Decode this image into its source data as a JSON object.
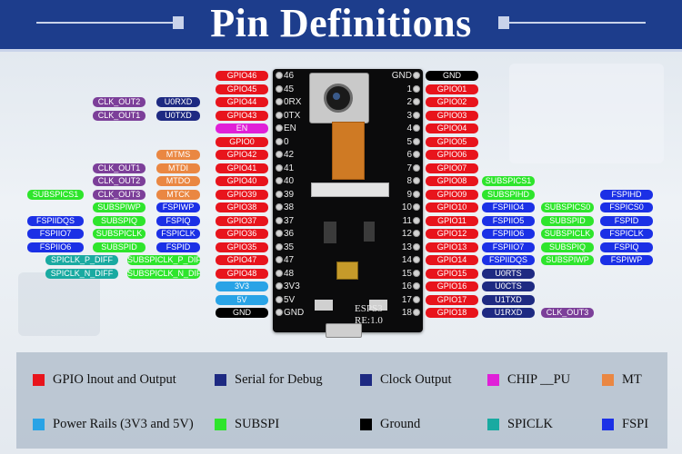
{
  "title": "Pin Definitions",
  "left_pins": [
    {
      "num": "46",
      "gpio": "GPIO46",
      "extras": []
    },
    {
      "num": "45",
      "gpio": "GPIO45",
      "extras": []
    },
    {
      "num": "0RX",
      "gpio": "GPIO44",
      "extras": [
        {
          "text": "CLK_OUT2",
          "color": "purple"
        },
        {
          "text": "U0RXD",
          "color": "navy"
        }
      ]
    },
    {
      "num": "0TX",
      "gpio": "GPIO43",
      "extras": [
        {
          "text": "CLK_OUT1",
          "color": "purple"
        },
        {
          "text": "U0TXD",
          "color": "navy"
        }
      ]
    },
    {
      "num": "EN",
      "gpio": "EN",
      "gpio_color": "magenta",
      "extras": []
    },
    {
      "num": "0",
      "gpio": "GPIO0",
      "extras": []
    },
    {
      "num": "42",
      "gpio": "GPIO42",
      "extras": [
        {
          "text": "MTMS",
          "color": "orange"
        }
      ]
    },
    {
      "num": "41",
      "gpio": "GPIO41",
      "extras": [
        {
          "text": "CLK_OUT1",
          "color": "purple"
        },
        {
          "text": "MTDI",
          "color": "orange"
        }
      ]
    },
    {
      "num": "40",
      "gpio": "GPIO40",
      "extras": [
        {
          "text": "CLK_OUT2",
          "color": "purple"
        },
        {
          "text": "MTDO",
          "color": "orange"
        }
      ]
    },
    {
      "num": "39",
      "gpio": "GPIO39",
      "extras": [
        {
          "text": "SUBSPICS1",
          "color": "green"
        },
        {
          "text": "CLK_OUT3",
          "color": "purple"
        },
        {
          "text": "MTCK",
          "color": "orange"
        }
      ]
    },
    {
      "num": "38",
      "gpio": "GPIO38",
      "extras": [
        {
          "text": "SUBSPIWP",
          "color": "green"
        },
        {
          "text": "FSPIWP",
          "color": "blue"
        }
      ]
    },
    {
      "num": "37",
      "gpio": "GPIO37",
      "extras": [
        {
          "text": "FSPIIDQS",
          "color": "blue"
        },
        {
          "text": "SUBSPIQ",
          "color": "green"
        },
        {
          "text": "FSPIQ",
          "color": "blue"
        }
      ]
    },
    {
      "num": "36",
      "gpio": "GPIO36",
      "extras": [
        {
          "text": "FSPIIO7",
          "color": "blue"
        },
        {
          "text": "SUBSPICLK",
          "color": "green"
        },
        {
          "text": "FSPICLK",
          "color": "blue"
        }
      ]
    },
    {
      "num": "35",
      "gpio": "GPIO35",
      "extras": [
        {
          "text": "FSPIIO6",
          "color": "blue"
        },
        {
          "text": "SUBSPID",
          "color": "green"
        },
        {
          "text": "FSPID",
          "color": "blue"
        }
      ]
    },
    {
      "num": "47",
      "gpio": "GPIO47",
      "extras": [
        {
          "text": "SPICLK_P_DIFF",
          "color": "teal"
        },
        {
          "text": "SUBSPICLK_P_DIFF",
          "color": "green"
        }
      ]
    },
    {
      "num": "48",
      "gpio": "GPIO48",
      "extras": [
        {
          "text": "SPICLK_N_DIFF",
          "color": "teal"
        },
        {
          "text": "SUBSPICLK_N_DIFF",
          "color": "green"
        }
      ]
    },
    {
      "num": "3V3",
      "gpio": "3V3",
      "gpio_color": "sky",
      "extras": []
    },
    {
      "num": "5V",
      "gpio": "5V",
      "gpio_color": "sky",
      "extras": []
    },
    {
      "num": "GND",
      "gpio": "GND",
      "gpio_color": "black",
      "extras": []
    }
  ],
  "right_pins": [
    {
      "num": "GND",
      "gpio": "GND",
      "gpio_color": "black",
      "extras": []
    },
    {
      "num": "1",
      "gpio": "GPIO01",
      "extras": []
    },
    {
      "num": "2",
      "gpio": "GPIO02",
      "extras": []
    },
    {
      "num": "3",
      "gpio": "GPIO03",
      "extras": []
    },
    {
      "num": "4",
      "gpio": "GPIO04",
      "extras": []
    },
    {
      "num": "5",
      "gpio": "GPIO05",
      "extras": []
    },
    {
      "num": "6",
      "gpio": "GPIO06",
      "extras": []
    },
    {
      "num": "7",
      "gpio": "GPIO07",
      "extras": []
    },
    {
      "num": "8",
      "gpio": "GPIO08",
      "extras": [
        {
          "text": "SUBSPICS1",
          "color": "green"
        }
      ]
    },
    {
      "num": "9",
      "gpio": "GPIO09",
      "extras": [
        {
          "text": "SUBSPIHD",
          "color": "green"
        },
        null,
        {
          "text": "FSPIHD",
          "color": "blue"
        }
      ]
    },
    {
      "num": "10",
      "gpio": "GPIO10",
      "extras": [
        {
          "text": "FSPIIO4",
          "color": "blue"
        },
        {
          "text": "SUBSPICS0",
          "color": "green"
        },
        {
          "text": "FSPICS0",
          "color": "blue"
        }
      ]
    },
    {
      "num": "11",
      "gpio": "GPIO11",
      "extras": [
        {
          "text": "FSPIIO5",
          "color": "blue"
        },
        {
          "text": "SUBSPID",
          "color": "green"
        },
        {
          "text": "FSPID",
          "color": "blue"
        }
      ]
    },
    {
      "num": "12",
      "gpio": "GPIO12",
      "extras": [
        {
          "text": "FSPIIO6",
          "color": "blue"
        },
        {
          "text": "SUBSPICLK",
          "color": "green"
        },
        {
          "text": "FSPICLK",
          "color": "blue"
        }
      ]
    },
    {
      "num": "13",
      "gpio": "GPIO13",
      "extras": [
        {
          "text": "FSPIIO7",
          "color": "blue"
        },
        {
          "text": "SUBSPIQ",
          "color": "green"
        },
        {
          "text": "FSPIQ",
          "color": "blue"
        }
      ]
    },
    {
      "num": "14",
      "gpio": "GPIO14",
      "extras": [
        {
          "text": "FSPIIDQS",
          "color": "blue"
        },
        {
          "text": "SUBSPIWP",
          "color": "green"
        },
        {
          "text": "FSPIWP",
          "color": "blue"
        }
      ]
    },
    {
      "num": "15",
      "gpio": "GPIO15",
      "extras": [
        {
          "text": "U0RTS",
          "color": "navy"
        }
      ]
    },
    {
      "num": "16",
      "gpio": "GPIO16",
      "extras": [
        {
          "text": "U0CTS",
          "color": "navy"
        }
      ]
    },
    {
      "num": "17",
      "gpio": "GPIO17",
      "extras": [
        {
          "text": "U1TXD",
          "color": "navy"
        }
      ]
    },
    {
      "num": "18",
      "gpio": "GPIO18",
      "extras": [
        {
          "text": "U1RXD",
          "color": "navy"
        },
        {
          "text": "CLK_OUT3",
          "color": "purple"
        }
      ]
    }
  ],
  "board": {
    "model": "ESPS3",
    "revision": "RE:1.0"
  },
  "legend": [
    {
      "label": "GPIO lnout and Output",
      "color": "#e8141c"
    },
    {
      "label": "Serial for Debug",
      "color": "#1e2a82"
    },
    {
      "label": "Clock Output",
      "color": "#1e2a82"
    },
    {
      "label": "CHIP __PU",
      "color": "#e020d8"
    },
    {
      "label": "MT",
      "color": "#ea8742"
    },
    {
      "label": "Power Rails (3V3 and 5V)",
      "color": "#29a3e6"
    },
    {
      "label": "SUBSPI",
      "color": "#2ee52c"
    },
    {
      "label": "Ground",
      "color": "#000000"
    },
    {
      "label": "SPICLK",
      "color": "#19aaa1"
    },
    {
      "label": "FSPI",
      "color": "#1b30e6"
    }
  ]
}
